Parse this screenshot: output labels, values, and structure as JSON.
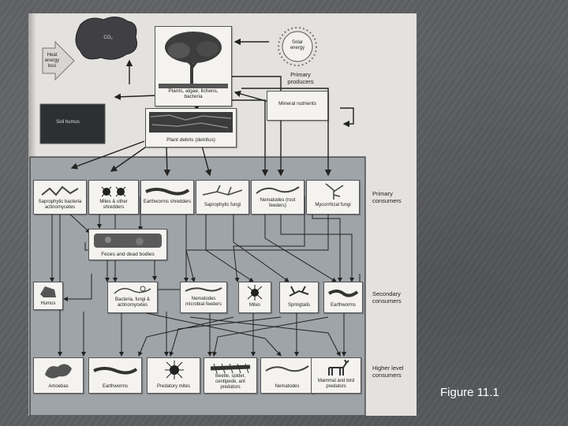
{
  "slide": {
    "caption": "Figure 11.1"
  },
  "diagram": {
    "top": {
      "co2": "CO₂",
      "heat": "Heat energy loss",
      "plants": "Plants, algae, lichens, bacteria",
      "solar": "Solar energy",
      "primary_producers": "Primary producers",
      "mineral": "Mineral nutrients",
      "soil_humus": "Soil humus",
      "plant_debris": "Plant debris (detritus)"
    },
    "primary": {
      "group_label": "Primary consumers",
      "items": [
        "Saprophytic bacteria actinomycetes",
        "Mites & other shredders",
        "Earthworms shredders",
        "Saprophytic fungi",
        "Nematodes (root feeders)",
        "Mycorrhizal fungi"
      ]
    },
    "feces": "Feces and dead bodies",
    "secondary": {
      "group_label": "Secondary consumers",
      "humus": "Humus",
      "items": [
        "Bacteria, fungi & actinomycetes",
        "Nematodes microbial feeders",
        "Mites",
        "Springtails",
        "Earthworms"
      ]
    },
    "higher": {
      "group_label": "Higher level consumers",
      "items": [
        "Amoebas",
        "Earthworms",
        "Predatory mites",
        "Beetle, spider, centipede, ant predators",
        "Nematodes",
        "Mammal and bird predators"
      ]
    }
  },
  "colors": {
    "background": "#5d5f62",
    "paper": "#e4e2de",
    "consumer_panel": "#9fa4a8",
    "caption_text": "#ffffff"
  }
}
